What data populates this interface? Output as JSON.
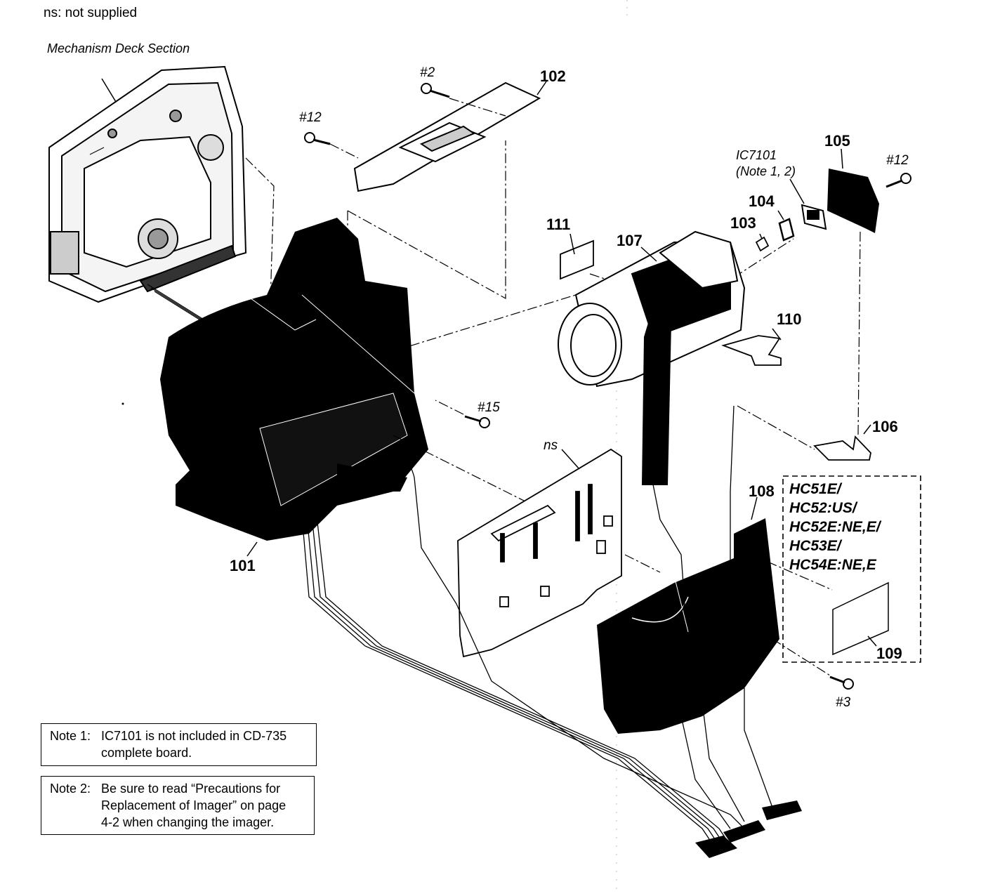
{
  "legend": "ns: not supplied",
  "section_title": "Mechanism Deck Section",
  "parts": {
    "p101": "101",
    "p102": "102",
    "p103": "103",
    "p104": "104",
    "p105": "105",
    "p106": "106",
    "p107": "107",
    "p108": "108",
    "p109": "109",
    "p110": "110",
    "p111": "111"
  },
  "screws": {
    "s2": "#2",
    "s12_left": "#12",
    "s12_right": "#12",
    "s15": "#15",
    "s3": "#3"
  },
  "ic_label": {
    "line1": "IC7101",
    "line2": "(Note 1, 2)"
  },
  "ns_marker": "ns",
  "models": [
    "HC51E/",
    "HC52:US/",
    "HC52E:NE,E/",
    "HC53E/",
    "HC54E:NE,E"
  ],
  "notes": [
    {
      "label": "Note 1:",
      "text": "IC7101 is not included in CD-735\ncomplete board."
    },
    {
      "label": "Note 2:",
      "text": "Be sure to read “Precautions for\nReplacement of Imager” on page\n4-2 when changing the imager."
    }
  ]
}
